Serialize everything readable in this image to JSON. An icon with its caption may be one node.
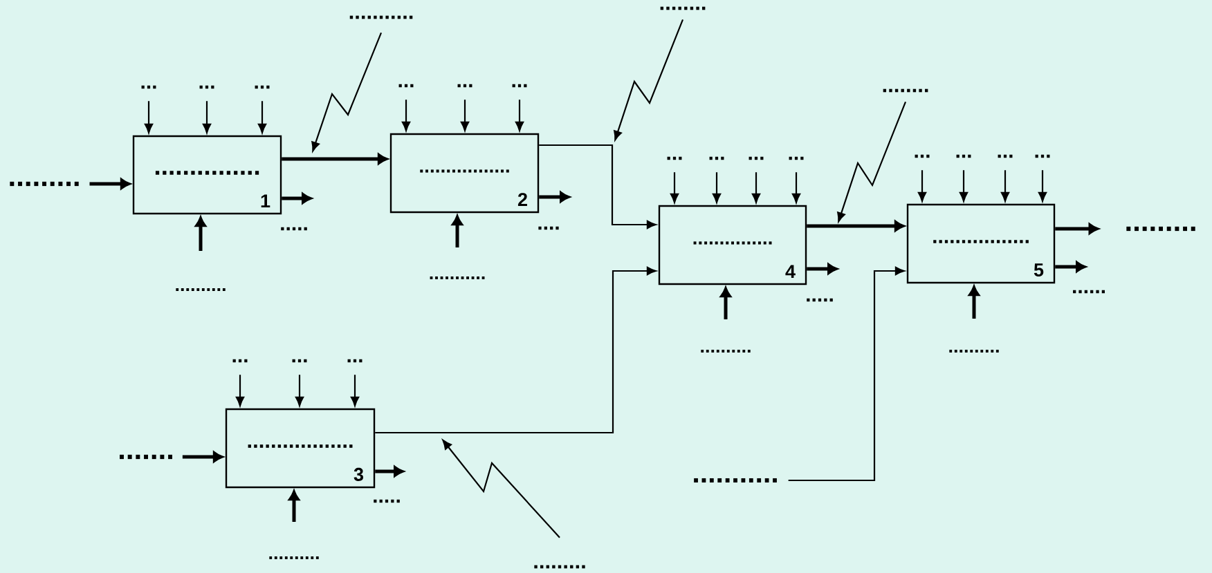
{
  "diagram": {
    "nodes": [
      {
        "text": [
          "...............",
          "1"
        ]
      },
      {
        "text": [
          ".................",
          "2"
        ]
      },
      {
        "text": [
          "..................",
          "3"
        ]
      },
      {
        "text": [
          "...............",
          "4"
        ]
      },
      {
        "text": [
          ".................",
          "5"
        ]
      },
      {
        "text": [
          "..........."
        ]
      },
      {
        "text": [
          "........"
        ]
      },
      {
        "text": [
          "........"
        ]
      },
      {
        "text": [
          "........."
        ]
      },
      {
        "text": [
          "..."
        ]
      },
      {
        "text": [
          "..."
        ]
      },
      {
        "text": [
          "..."
        ]
      },
      {
        "text": [
          "........."
        ]
      },
      {
        "text": [
          ".........."
        ]
      },
      {
        "text": [
          "..."
        ]
      },
      {
        "text": [
          "..."
        ]
      },
      {
        "text": [
          "..."
        ]
      },
      {
        "text": [
          "..........."
        ]
      },
      {
        "text": [
          "..."
        ]
      },
      {
        "text": [
          "..."
        ]
      },
      {
        "text": [
          "..."
        ]
      },
      {
        "text": [
          "......."
        ]
      },
      {
        "text": [
          ".........."
        ]
      },
      {
        "text": [
          "..."
        ]
      },
      {
        "text": [
          "..."
        ]
      },
      {
        "text": [
          "..."
        ]
      },
      {
        "text": [
          "..."
        ]
      },
      {
        "text": [
          ".........."
        ]
      },
      {
        "text": [
          "..."
        ]
      },
      {
        "text": [
          "..."
        ]
      },
      {
        "text": [
          "..."
        ]
      },
      {
        "text": [
          "..."
        ]
      },
      {
        "text": [
          ".........."
        ]
      },
      {
        "text": [
          "........."
        ]
      },
      {
        "text": [
          "..........."
        ]
      }
    ],
    "edges": [
      {
        "from": 12,
        "to": 0,
        "arrow": "to",
        "style": "thick"
      },
      {
        "from": 9,
        "to": 0,
        "arrow": "to"
      },
      {
        "from": 10,
        "to": 0,
        "arrow": "to"
      },
      {
        "from": 11,
        "to": 0,
        "arrow": "to"
      },
      {
        "from": 13,
        "to": 0,
        "arrow": "to",
        "style": "thick"
      },
      {
        "from": 0,
        "to": null,
        "arrow": "to",
        "style": "thick",
        "label": "....."
      },
      {
        "from": 0,
        "to": 1,
        "arrow": "to",
        "style": "thick"
      },
      {
        "from": 5,
        "to": null,
        "arrow": "to"
      },
      {
        "from": 14,
        "to": 1,
        "arrow": "to"
      },
      {
        "from": 15,
        "to": 1,
        "arrow": "to"
      },
      {
        "from": 16,
        "to": 1,
        "arrow": "to"
      },
      {
        "from": 17,
        "to": 1,
        "arrow": "to",
        "style": "thick"
      },
      {
        "from": 1,
        "to": null,
        "arrow": "to",
        "style": "thick",
        "label": "...."
      },
      {
        "from": 1,
        "to": 3,
        "arrow": "to"
      },
      {
        "from": 6,
        "to": null,
        "arrow": "to"
      },
      {
        "from": 18,
        "to": 2,
        "arrow": "to"
      },
      {
        "from": 19,
        "to": 2,
        "arrow": "to"
      },
      {
        "from": 20,
        "to": 2,
        "arrow": "to"
      },
      {
        "from": 21,
        "to": 2,
        "arrow": "to",
        "style": "thick"
      },
      {
        "from": 22,
        "to": 2,
        "arrow": "to",
        "style": "thick"
      },
      {
        "from": 2,
        "to": null,
        "arrow": "to",
        "style": "thick",
        "label": "....."
      },
      {
        "from": 2,
        "to": 3,
        "arrow": "to"
      },
      {
        "from": 8,
        "to": null,
        "arrow": "to"
      },
      {
        "from": 23,
        "to": 3,
        "arrow": "to"
      },
      {
        "from": 24,
        "to": 3,
        "arrow": "to"
      },
      {
        "from": 25,
        "to": 3,
        "arrow": "to"
      },
      {
        "from": 26,
        "to": 3,
        "arrow": "to"
      },
      {
        "from": 27,
        "to": 3,
        "arrow": "to",
        "style": "thick"
      },
      {
        "from": 3,
        "to": null,
        "arrow": "to",
        "style": "thick",
        "label": "....."
      },
      {
        "from": 3,
        "to": 4,
        "arrow": "to",
        "style": "thick"
      },
      {
        "from": 7,
        "to": null,
        "arrow": "to"
      },
      {
        "from": 28,
        "to": 4,
        "arrow": "to"
      },
      {
        "from": 29,
        "to": 4,
        "arrow": "to"
      },
      {
        "from": 30,
        "to": 4,
        "arrow": "to"
      },
      {
        "from": 31,
        "to": 4,
        "arrow": "to"
      },
      {
        "from": 32,
        "to": 4,
        "arrow": "to",
        "style": "thick"
      },
      {
        "from": 4,
        "to": 33,
        "arrow": "to",
        "style": "thick"
      },
      {
        "from": 4,
        "to": null,
        "arrow": "to",
        "style": "thick",
        "label": "......"
      },
      {
        "from": 34,
        "to": 4,
        "arrow": "to"
      }
    ]
  }
}
